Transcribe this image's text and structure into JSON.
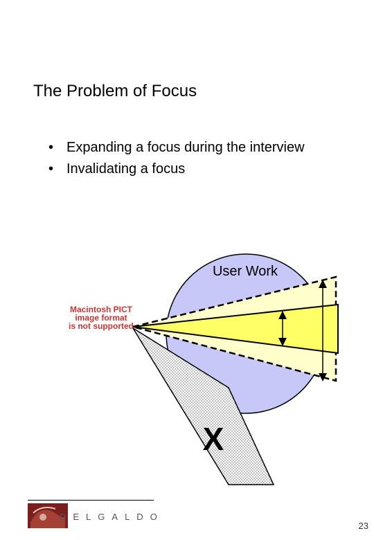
{
  "slide": {
    "title": "The Problem of Focus",
    "bullets": [
      "Expanding a focus during the interview",
      "Invalidating a focus"
    ]
  },
  "diagram": {
    "circle_label": "User Work",
    "pict_placeholder": [
      "Macintosh PICT",
      "image format",
      "is not supported"
    ],
    "x_mark": "X",
    "colors": {
      "circle": "#c8c8f8",
      "outer_beam": "#ffffcc",
      "inner_beam": "#ffff66",
      "placeholder_text": "#cc3333",
      "stipple": "#dcdcdc"
    }
  },
  "footer": {
    "logo_text": "DELGALDO",
    "page_number": "23"
  }
}
